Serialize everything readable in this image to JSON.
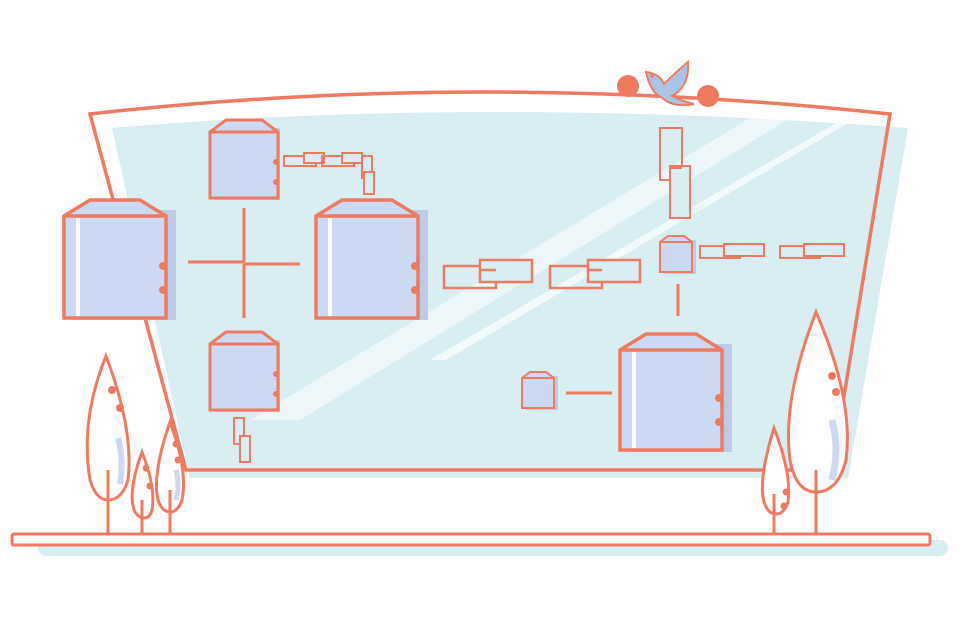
{
  "colors": {
    "stroke": "#f07a5f",
    "panel_fill": "#d8eef2",
    "block_fill": "#cbdaf2",
    "block_shade": "#bccbe8",
    "ground_shadow": "#d8eef2",
    "bird": "#a9c4e6",
    "background": "#ffffff"
  },
  "scene": {
    "description_icons": [
      "bird-icon",
      "tree-icon",
      "chain-link-icon",
      "server-block-icon"
    ],
    "blocks": [
      {
        "name": "block-top-left-small"
      },
      {
        "name": "block-left-large"
      },
      {
        "name": "block-center-large"
      },
      {
        "name": "block-bottom-left-small"
      },
      {
        "name": "block-right-small"
      },
      {
        "name": "block-right-large"
      },
      {
        "name": "block-right-tiny"
      }
    ],
    "trees": [
      {
        "name": "tree-left-tall"
      },
      {
        "name": "tree-left-short"
      },
      {
        "name": "tree-left-medium"
      },
      {
        "name": "tree-right-short"
      },
      {
        "name": "tree-right-tall"
      }
    ]
  }
}
